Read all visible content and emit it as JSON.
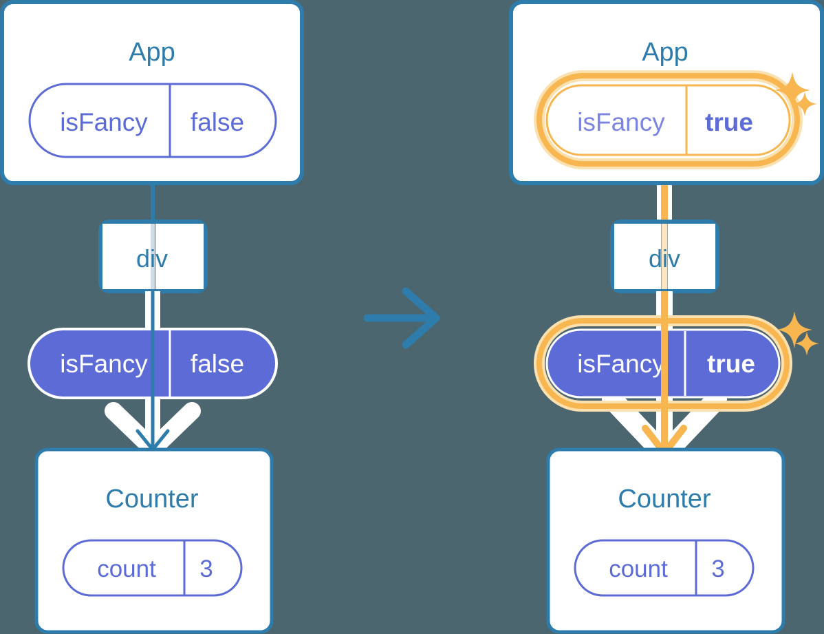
{
  "diagram": {
    "title_semantic": "react-state-propagation-before-after",
    "transition_arrow_icon": "arrow-right-icon",
    "colors": {
      "background": "#4c666f",
      "box_border": "#2d7cab",
      "box_fill": "#ffffff",
      "heading_text": "#2d7cab",
      "pill_purple": "#5c6bd6",
      "pill_purple_text": "#ffffff",
      "pill_outline_text": "#5c6bd6",
      "highlight_orange": "#f7b64f",
      "highlight_glow": "#fbe0b0",
      "arrow_casing_white": "#ffffff",
      "line_faded_blue": "#cfdcea",
      "line_faded_orange": "#fbe6c4"
    },
    "panels": [
      {
        "id": "before",
        "state_label": "before-update",
        "highlighted": false,
        "app_box": {
          "title": "App",
          "pill": {
            "key": "isFancy",
            "value": "false",
            "style": "outline",
            "value_bold": false,
            "highlighted": false
          }
        },
        "div_box": {
          "label": "div"
        },
        "prop_pill": {
          "key": "isFancy",
          "value": "false",
          "style": "filled",
          "value_bold": false,
          "highlighted": false
        },
        "counter_box": {
          "title": "Counter",
          "pill": {
            "key": "count",
            "value": "3",
            "style": "outline",
            "value_bold": false,
            "highlighted": false
          }
        },
        "sparkles": []
      },
      {
        "id": "after",
        "state_label": "after-update",
        "highlighted": true,
        "app_box": {
          "title": "App",
          "pill": {
            "key": "isFancy",
            "value": "true",
            "style": "outline",
            "value_bold": true,
            "highlighted": true
          }
        },
        "div_box": {
          "label": "div"
        },
        "prop_pill": {
          "key": "isFancy",
          "value": "true",
          "style": "filled",
          "value_bold": true,
          "highlighted": true
        },
        "counter_box": {
          "title": "Counter",
          "pill": {
            "key": "count",
            "value": "3",
            "style": "outline",
            "value_bold": false,
            "highlighted": false
          }
        },
        "sparkles": [
          "sparkle-icon-large-app",
          "sparkle-icon-small-app",
          "sparkle-icon-large-prop",
          "sparkle-icon-small-prop"
        ]
      }
    ]
  }
}
